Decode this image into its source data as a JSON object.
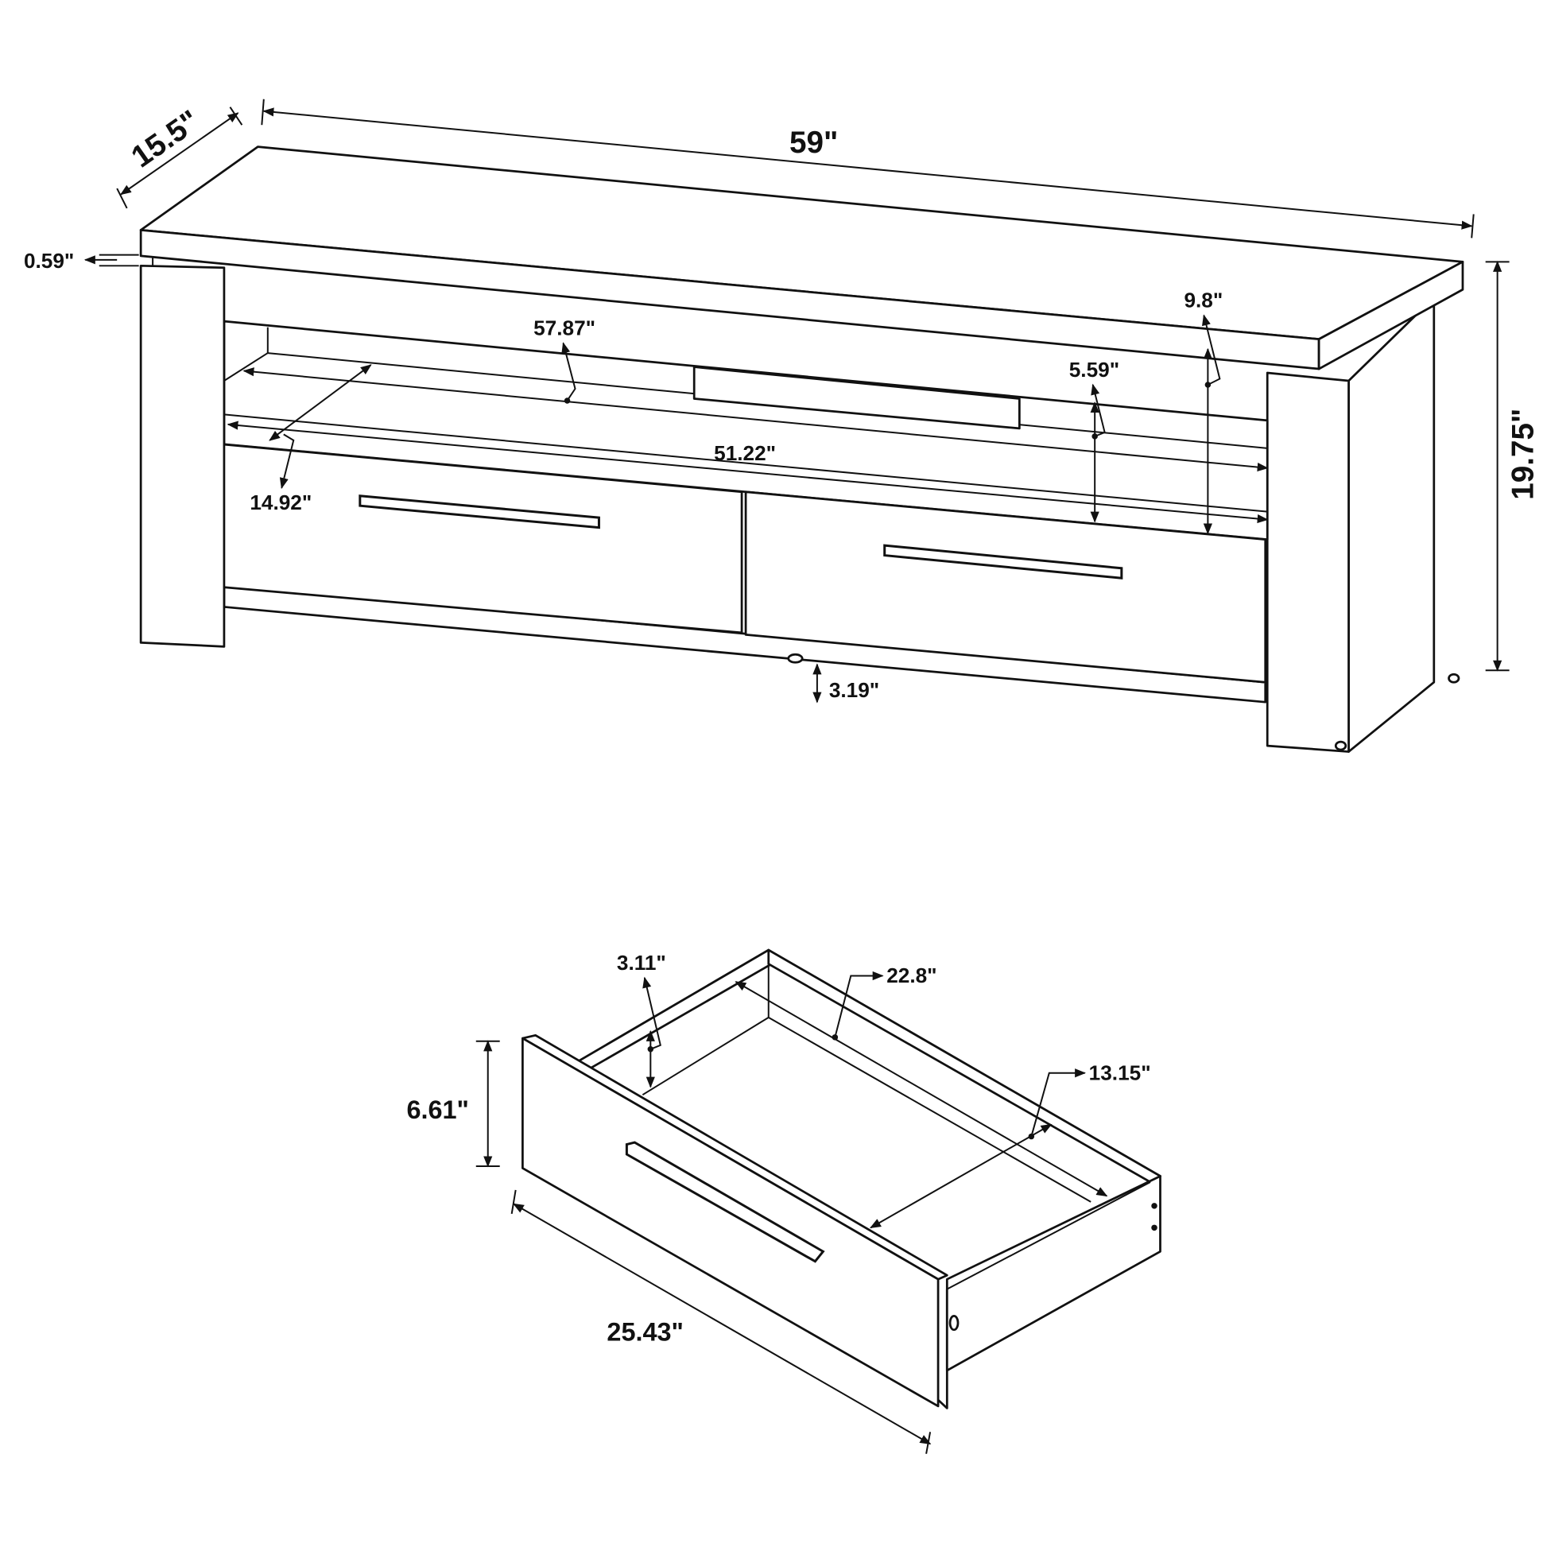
{
  "tv_stand": {
    "dimensions": {
      "depth": "15.5\"",
      "width": "59\"",
      "top_thickness": "0.59\"",
      "inner_width_top": "57.87\"",
      "shelf_height": "9.8\"",
      "opening_height": "5.59\"",
      "inner_width": "51.22\"",
      "inner_depth": "14.92\"",
      "height": "19.75\"",
      "clearance": "3.19\""
    }
  },
  "drawer": {
    "dimensions": {
      "inner_height": "3.11\"",
      "depth": "22.8\"",
      "height": "6.61\"",
      "inner_width": "13.15\"",
      "width": "25.43\""
    }
  },
  "colors": {
    "line": "#111111",
    "background": "#ffffff"
  }
}
